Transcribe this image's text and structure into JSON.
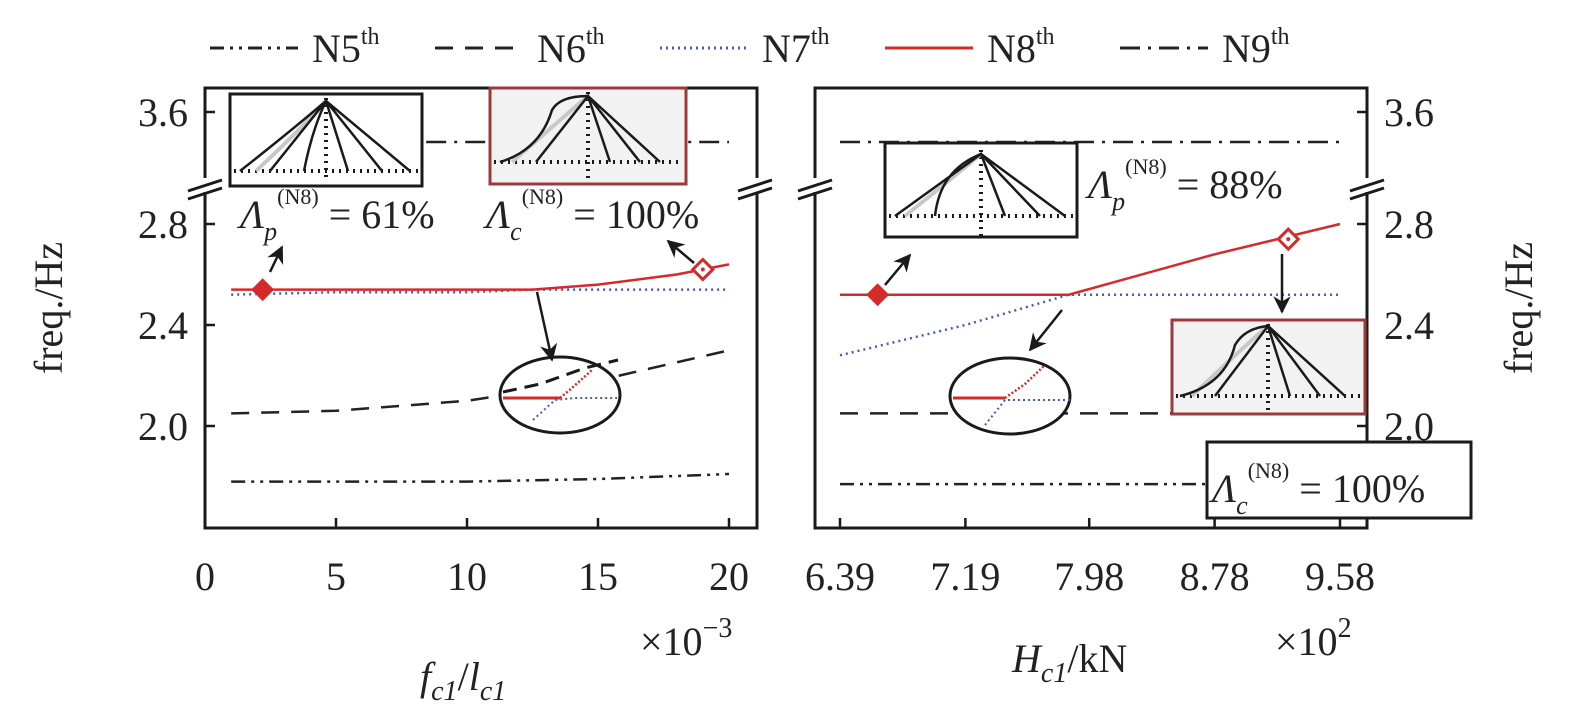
{
  "legend": {
    "items": [
      {
        "base": "N5",
        "sup": "th",
        "color": "#222222",
        "dash": "14 6 3 6 3 6"
      },
      {
        "base": "N6",
        "sup": "th",
        "color": "#222222",
        "dash": "18 12"
      },
      {
        "base": "N7",
        "sup": "th",
        "color": "#4a5ab0",
        "dash": "2 4"
      },
      {
        "base": "N8",
        "sup": "th",
        "color": "#d42a2a",
        "dash": ""
      },
      {
        "base": "N9",
        "sup": "th",
        "color": "#222222",
        "dash": "20 8 3 8"
      }
    ]
  },
  "colors": {
    "axis": "#1a1a1a",
    "n8": "#d42a2a",
    "n7": "#4a5ab0",
    "inset_border_highlight": "#9b3a3a",
    "inset_fill_highlight": "#f2f2f2"
  },
  "left_panel": {
    "x_label_main": "f",
    "x_label_sub": "c1",
    "x_label_slash": "/",
    "x_label_main2": "l",
    "x_label_sub2": "c1",
    "x_multiplier_base": "×10",
    "x_multiplier_exp": "−3",
    "y_label": "freq./Hz",
    "annotation_p": {
      "symbol": "Λ",
      "sub": "p",
      "sup": "(N8)",
      "value": " = 61%"
    },
    "annotation_c": {
      "symbol": "Λ",
      "sub": "c",
      "sup": "(N8)",
      "value": " = 100%"
    }
  },
  "right_panel": {
    "x_label_main": "H",
    "x_label_sub": "c1",
    "x_label_unit": "/kN",
    "x_multiplier_base": "×10",
    "x_multiplier_exp": "2",
    "y_label": "freq./Hz",
    "annotation_p": {
      "symbol": "Λ",
      "sub": "p",
      "sup": "(N8)",
      "value": " = 88%"
    },
    "annotation_c": {
      "symbol": "Λ",
      "sub": "c",
      "sup": "(N8)",
      "value": " = 100%"
    }
  },
  "chart_data": [
    {
      "type": "line",
      "panel": "left",
      "xlabel": "fc1/lc1 ×10^-3",
      "ylabel": "freq./Hz",
      "xlim": [
        0,
        21
      ],
      "xticks": [
        "0",
        "5",
        "10",
        "15",
        "20"
      ],
      "xtick_values": [
        0,
        5,
        10,
        15,
        20
      ],
      "yticks": [
        "2.0",
        "2.4",
        "2.8",
        "3.6"
      ],
      "ytick_values": [
        2.0,
        2.4,
        2.8,
        3.6
      ],
      "y_axis_break": "between 2.9 and 3.45",
      "series": [
        {
          "name": "N5th",
          "x": [
            1,
            5,
            10,
            15,
            20
          ],
          "y": [
            1.78,
            1.78,
            1.78,
            1.79,
            1.81
          ]
        },
        {
          "name": "N6th",
          "x": [
            1,
            5,
            10,
            15,
            20
          ],
          "y": [
            2.05,
            2.06,
            2.1,
            2.18,
            2.3
          ]
        },
        {
          "name": "N7th",
          "x": [
            1,
            5,
            10,
            12.5,
            15,
            20
          ],
          "y": [
            2.52,
            2.53,
            2.53,
            2.54,
            2.54,
            2.54
          ]
        },
        {
          "name": "N8th",
          "x": [
            1,
            5,
            10,
            12.5,
            15,
            18,
            20
          ],
          "y": [
            2.54,
            2.54,
            2.54,
            2.54,
            2.56,
            2.6,
            2.64
          ]
        },
        {
          "name": "N9th",
          "x": [
            1,
            5,
            10,
            15,
            20
          ],
          "y": [
            3.5,
            3.5,
            3.5,
            3.5,
            3.5
          ]
        }
      ],
      "markers": [
        {
          "series": "N8th",
          "x": 2.2,
          "y": 2.54,
          "style": "filled-diamond"
        },
        {
          "series": "N8th",
          "x": 19.0,
          "y": 2.62,
          "style": "open-diamond"
        }
      ]
    },
    {
      "type": "line",
      "panel": "right",
      "xlabel": "Hc1/kN ×10^2",
      "ylabel": "freq./Hz",
      "xlim": [
        6.2,
        9.75
      ],
      "xticks": [
        "6.39",
        "7.19",
        "7.98",
        "8.78",
        "9.58"
      ],
      "xtick_values": [
        6.39,
        7.19,
        7.98,
        8.78,
        9.58
      ],
      "yticks": [
        "2.0",
        "2.4",
        "2.8",
        "3.6"
      ],
      "ytick_values": [
        2.0,
        2.4,
        2.8,
        3.6
      ],
      "y_axis_break": "between 2.9 and 3.45",
      "series": [
        {
          "name": "N5th",
          "x": [
            6.39,
            7.19,
            7.98,
            8.78,
            9.58
          ],
          "y": [
            1.77,
            1.77,
            1.77,
            1.77,
            1.77
          ]
        },
        {
          "name": "N6th",
          "x": [
            6.39,
            7.19,
            7.98,
            8.78,
            9.58
          ],
          "y": [
            2.05,
            2.05,
            2.05,
            2.05,
            2.05
          ]
        },
        {
          "name": "N7th",
          "x": [
            6.39,
            7.19,
            7.85,
            8.78,
            9.58
          ],
          "y": [
            2.28,
            2.4,
            2.52,
            2.52,
            2.52
          ]
        },
        {
          "name": "N8th",
          "x": [
            6.39,
            7.19,
            7.85,
            8.78,
            9.58
          ],
          "y": [
            2.52,
            2.52,
            2.52,
            2.68,
            2.8
          ]
        },
        {
          "name": "N9th",
          "x": [
            6.39,
            7.19,
            7.98,
            8.78,
            9.58
          ],
          "y": [
            3.5,
            3.5,
            3.5,
            3.5,
            3.5
          ]
        }
      ],
      "markers": [
        {
          "series": "N8th",
          "x": 6.63,
          "y": 2.52,
          "style": "filled-diamond"
        },
        {
          "series": "N8th",
          "x": 9.25,
          "y": 2.74,
          "style": "open-diamond"
        }
      ]
    }
  ]
}
